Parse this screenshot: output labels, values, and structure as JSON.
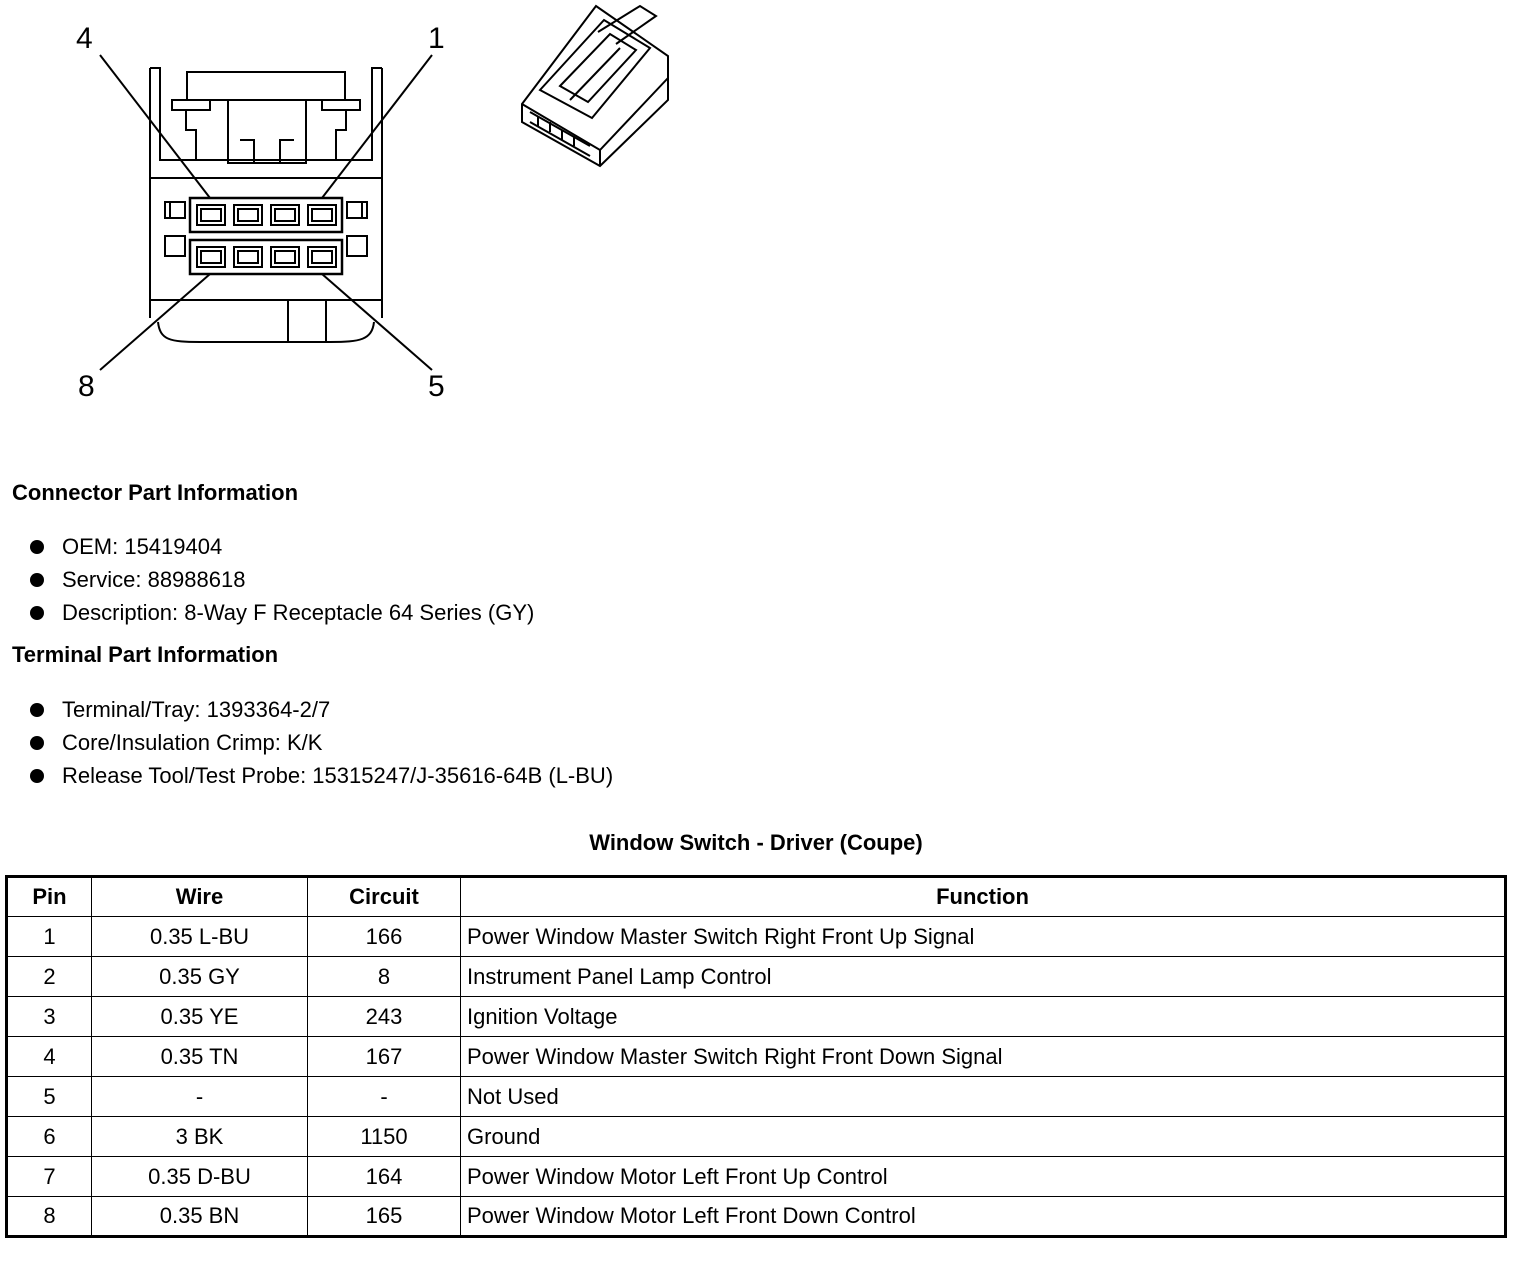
{
  "diagram": {
    "pin_labels": {
      "top_left": "4",
      "top_right": "1",
      "bottom_left": "8",
      "bottom_right": "5"
    }
  },
  "connector": {
    "title": "Connector Part Information",
    "items": [
      "OEM: 15419404",
      "Service: 88988618",
      "Description: 8-Way F Receptacle 64 Series (GY)"
    ]
  },
  "terminal": {
    "title": "Terminal Part Information",
    "items": [
      "Terminal/Tray: 1393364-2/7",
      "Core/Insulation Crimp: K/K",
      "Release Tool/Test Probe: 15315247/J-35616-64B (L-BU)"
    ]
  },
  "table": {
    "title": "Window Switch - Driver (Coupe)",
    "headers": [
      "Pin",
      "Wire",
      "Circuit",
      "Function"
    ],
    "rows": [
      [
        "1",
        "0.35 L-BU",
        "166",
        "Power Window Master Switch Right Front Up Signal"
      ],
      [
        "2",
        "0.35 GY",
        "8",
        "Instrument Panel Lamp Control"
      ],
      [
        "3",
        "0.35 YE",
        "243",
        "Ignition Voltage"
      ],
      [
        "4",
        "0.35 TN",
        "167",
        "Power Window Master Switch Right Front Down Signal"
      ],
      [
        "5",
        "-",
        "-",
        "Not Used"
      ],
      [
        "6",
        "3 BK",
        "1150",
        "Ground"
      ],
      [
        "7",
        "0.35 D-BU",
        "164",
        "Power Window Motor Left Front Up Control"
      ],
      [
        "8",
        "0.35 BN",
        "165",
        "Power Window Motor Left Front Down Control"
      ]
    ]
  }
}
